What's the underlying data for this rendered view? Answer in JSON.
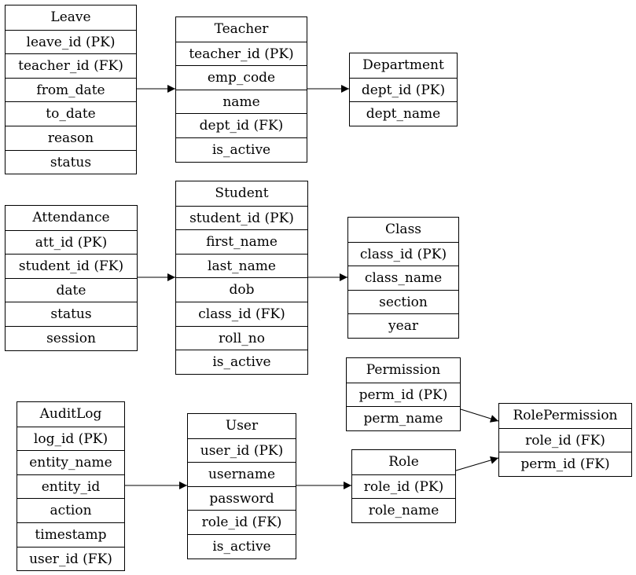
{
  "entities": [
    {
      "title": "Leave",
      "fields": [
        "leave_id (PK)",
        "teacher_id (FK)",
        "from_date",
        "to_date",
        "reason",
        "status"
      ]
    },
    {
      "title": "Teacher",
      "fields": [
        "teacher_id (PK)",
        "emp_code",
        "name",
        "dept_id (FK)",
        "is_active"
      ]
    },
    {
      "title": "Department",
      "fields": [
        "dept_id (PK)",
        "dept_name"
      ]
    },
    {
      "title": "Attendance",
      "fields": [
        "att_id (PK)",
        "student_id (FK)",
        "date",
        "status",
        "session"
      ]
    },
    {
      "title": "Student",
      "fields": [
        "student_id (PK)",
        "first_name",
        "last_name",
        "dob",
        "class_id (FK)",
        "roll_no",
        "is_active"
      ]
    },
    {
      "title": "Class",
      "fields": [
        "class_id (PK)",
        "class_name",
        "section",
        "year"
      ]
    },
    {
      "title": "Permission",
      "fields": [
        "perm_id (PK)",
        "perm_name"
      ]
    },
    {
      "title": "RolePermission",
      "fields": [
        "role_id (FK)",
        "perm_id (FK)"
      ]
    },
    {
      "title": "AuditLog",
      "fields": [
        "log_id (PK)",
        "entity_name",
        "entity_id",
        "action",
        "timestamp",
        "user_id (FK)"
      ]
    },
    {
      "title": "User",
      "fields": [
        "user_id (PK)",
        "username",
        "password",
        "role_id (FK)",
        "is_active"
      ]
    },
    {
      "title": "Role",
      "fields": [
        "role_id (PK)",
        "role_name"
      ]
    }
  ],
  "edges": [
    {
      "from": "Leave",
      "to": "Teacher"
    },
    {
      "from": "Teacher",
      "to": "Department"
    },
    {
      "from": "Attendance",
      "to": "Student"
    },
    {
      "from": "Student",
      "to": "Class"
    },
    {
      "from": "Permission",
      "to": "RolePermission"
    },
    {
      "from": "Role",
      "to": "RolePermission"
    },
    {
      "from": "AuditLog",
      "to": "User"
    },
    {
      "from": "User",
      "to": "Role"
    }
  ]
}
